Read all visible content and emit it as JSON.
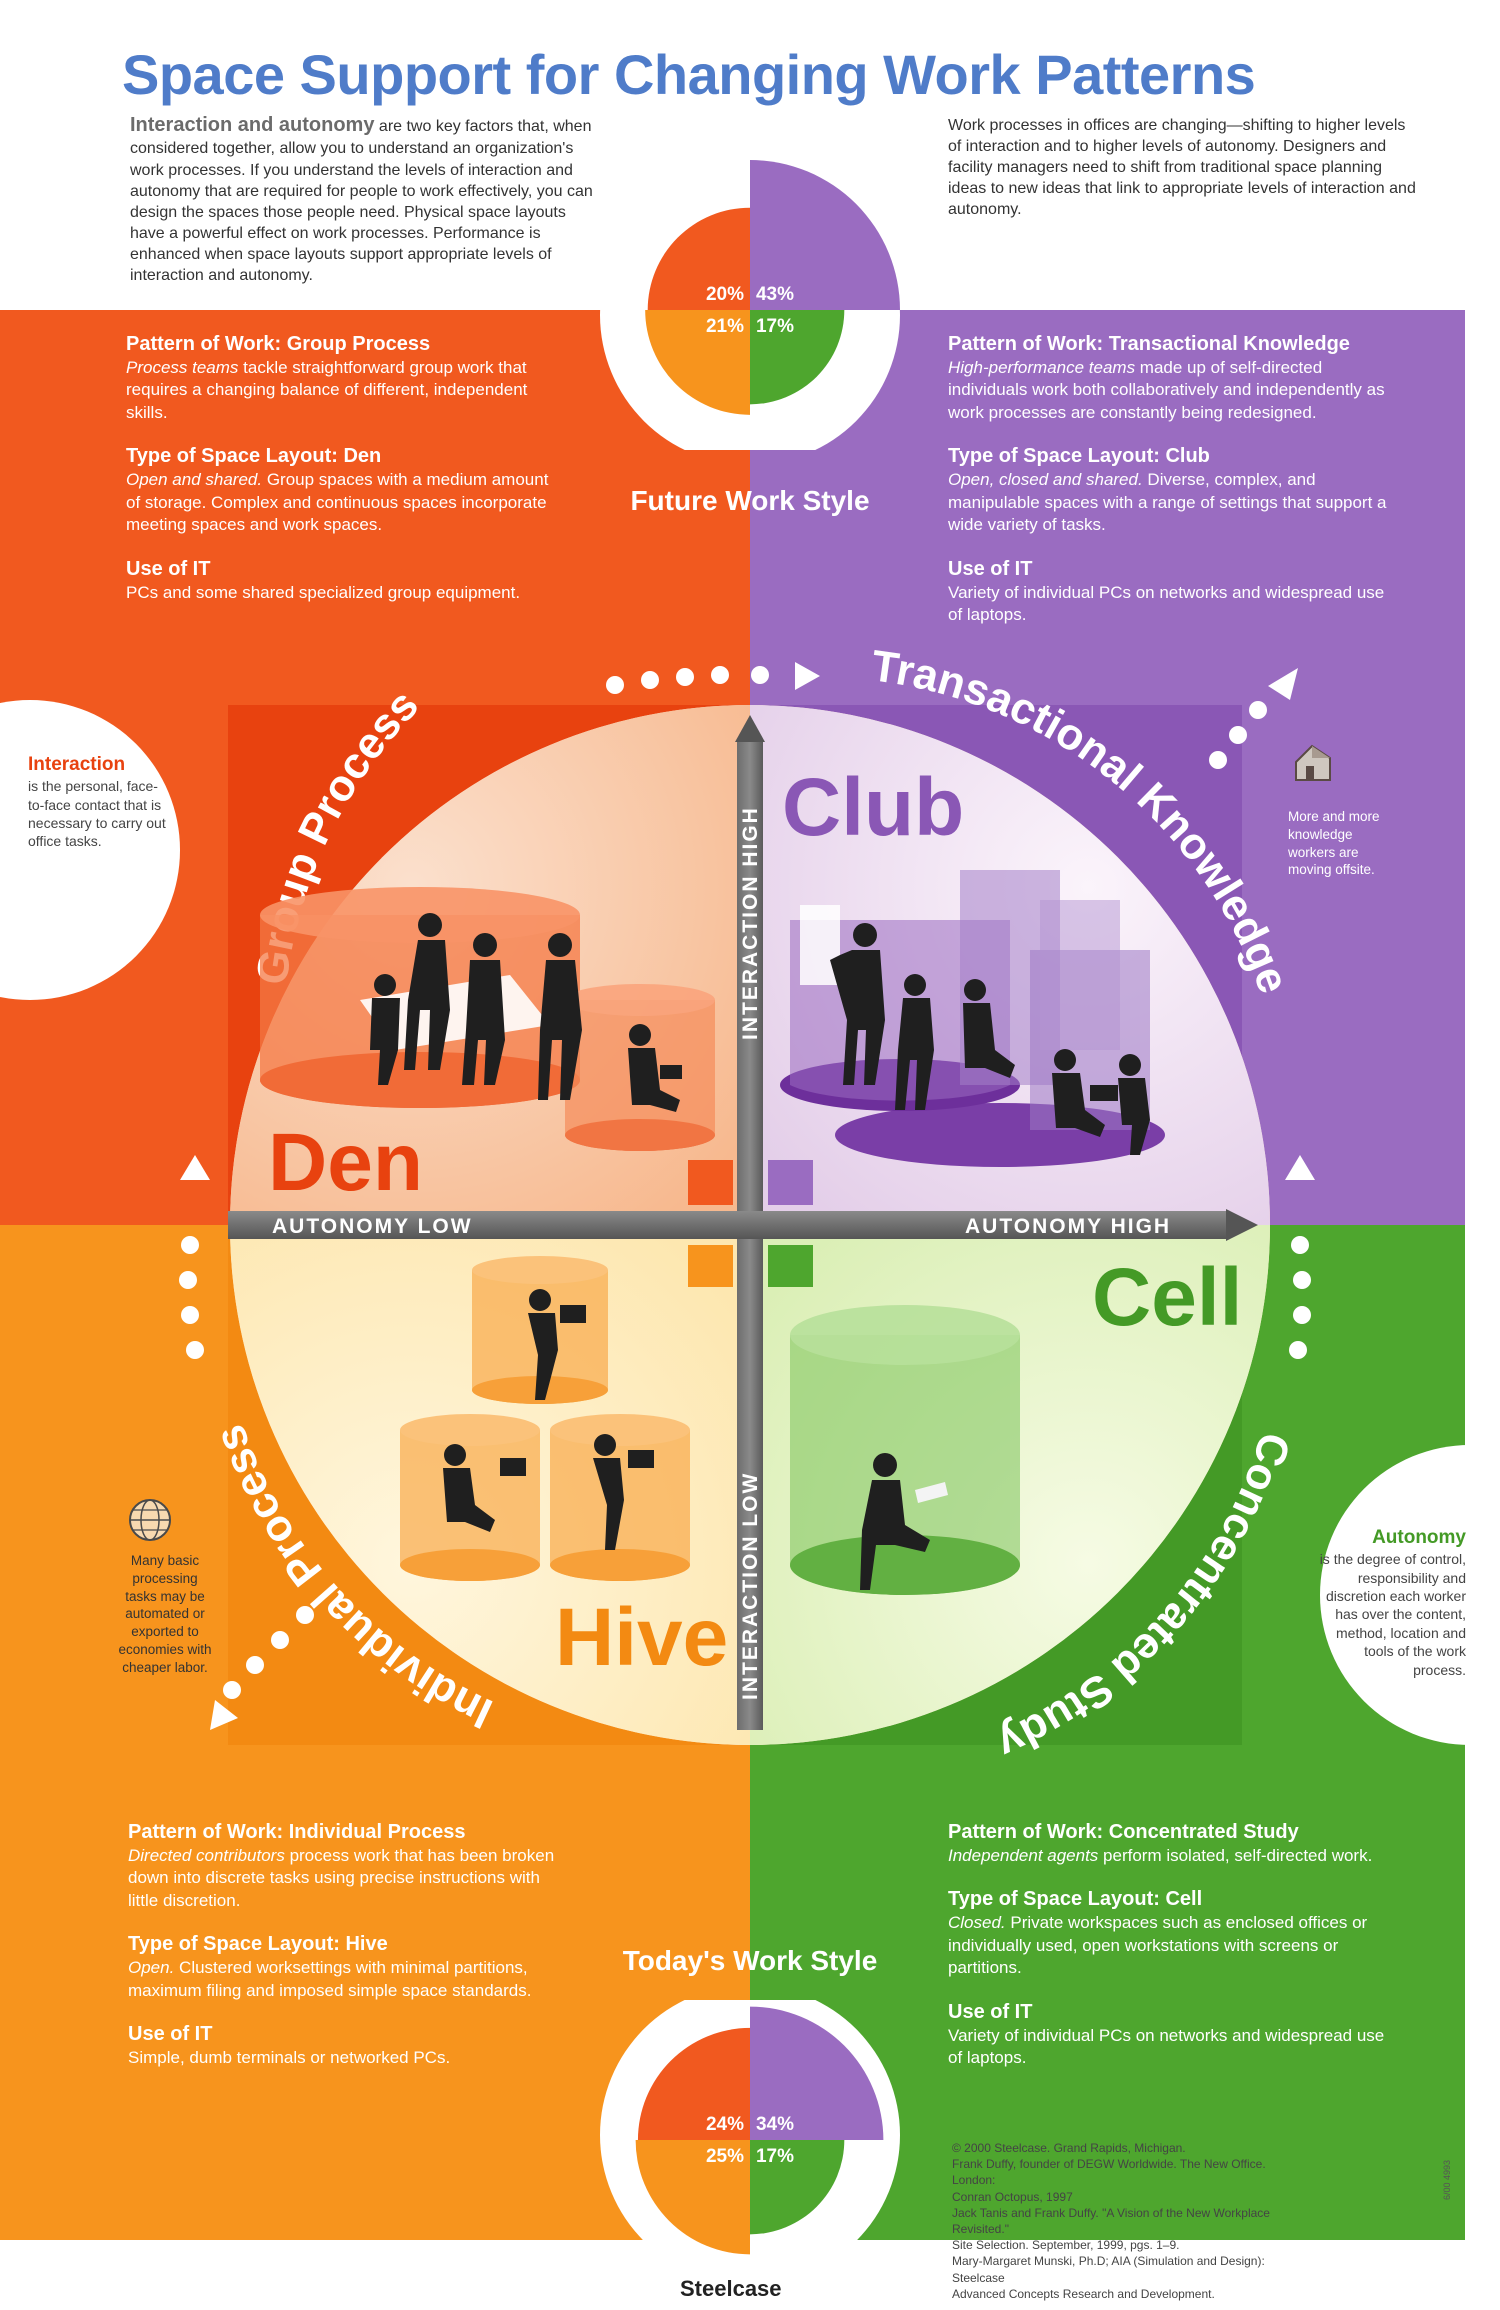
{
  "title": "Space Support for Changing Work Patterns",
  "intro_left": {
    "lead": "Interaction and autonomy",
    "text": " are two key factors that, when considered together, allow you to understand an organization's work processes. If you understand the levels of interaction and autonomy that are required for people to work effectively, you can design the spaces those people need. Physical space layouts have a powerful effect on work processes. Performance is enhanced when space layouts support appropriate levels of interaction and autonomy."
  },
  "intro_right": "Work processes in offices are changing—shifting to higher levels of interaction and to higher levels of autonomy. Designers and facility managers need to shift from traditional space planning ideas to new ideas that link to appropriate levels of interaction and autonomy.",
  "future": {
    "label": "Future Work Style",
    "pct_den": "20%",
    "pct_club": "43%",
    "pct_hive": "21%",
    "pct_cell": "17%",
    "fractions": {
      "den": 0.2,
      "club": 0.43,
      "hive": 0.21,
      "cell": 0.17
    }
  },
  "today": {
    "label": "Today's Work Style",
    "pct_den": "24%",
    "pct_club": "34%",
    "pct_hive": "25%",
    "pct_cell": "17%",
    "fractions": {
      "den": 0.24,
      "club": 0.34,
      "hive": 0.25,
      "cell": 0.17
    }
  },
  "panels": {
    "group": {
      "h1": "Pattern of Work: Group Process",
      "p1_i": "Process teams",
      "p1": " tackle straightforward group work that requires a changing balance of different, independent skills.",
      "h2": "Type of Space Layout: Den",
      "p2_i": "Open and shared.",
      "p2": " Group spaces with a medium amount of storage. Complex and continuous spaces incorporate meeting spaces and work spaces.",
      "h3": "Use of IT",
      "p3": "PCs and some shared specialized group equipment."
    },
    "transactional": {
      "h1": "Pattern of Work: Transactional Knowledge",
      "p1_i": "High-performance teams",
      "p1": " made up of self-directed individuals work both collaboratively and independently as work processes are constantly being redesigned.",
      "h2": "Type of Space Layout: Club",
      "p2_i": "Open, closed and shared.",
      "p2": " Diverse, complex, and manipulable spaces with a range of settings that support a wide variety of tasks.",
      "h3": "Use of IT",
      "p3": "Variety of individual PCs on networks and widespread use of laptops."
    },
    "individual": {
      "h1": "Pattern of Work: Individual Process",
      "p1_i": "Directed contributors",
      "p1": " process work that has been broken down into discrete tasks using precise instructions with little discretion.",
      "h2": "Type of Space Layout: Hive",
      "p2_i": "Open.",
      "p2": " Clustered worksettings with minimal partitions, maximum filing and imposed simple space standards.",
      "h3": "Use of IT",
      "p3": "Simple, dumb terminals or networked PCs."
    },
    "concentrated": {
      "h1": "Pattern of Work: Concentrated Study",
      "p1_i": "Independent agents",
      "p1": " perform isolated, self-directed work.",
      "h2": "Type of Space Layout: Cell",
      "p2_i": "Closed.",
      "p2": " Private workspaces such as enclosed offices or individually used, open workstations with screens or partitions.",
      "h3": "Use of IT",
      "p3": "Variety of individual PCs on networks and widespread use of laptops."
    }
  },
  "quadrants": {
    "den": "Den",
    "club": "Club",
    "hive": "Hive",
    "cell": "Cell",
    "group_process": "Group Process",
    "transactional_knowledge": "Transactional Knowledge",
    "individual_process": "Individual Process",
    "concentrated_study": "Concentrated Study"
  },
  "axes": {
    "interaction_high": "INTERACTION HIGH",
    "interaction_low": "INTERACTION LOW",
    "autonomy_low": "AUTONOMY LOW",
    "autonomy_high": "AUTONOMY HIGH"
  },
  "interaction_note": {
    "title": "Interaction",
    "text": "is the personal, face-to-face contact that is necessary to carry out office tasks."
  },
  "autonomy_note": {
    "title": "Autonomy",
    "text": "is the degree of control, responsibility and discretion each worker has over the content, method, location and tools of the work process."
  },
  "offsite_note": "More and more knowledge workers are moving offsite.",
  "automation_note": "Many basic processing tasks may be automated or exported to economies with cheaper labor.",
  "credits": [
    "© 2000 Steelcase. Grand Rapids, Michigan.",
    "Frank Duffy, founder of DEGW Worldwide. The New Office. London:",
    "Conran Octopus, 1997",
    "Jack Tanis and Frank Duffy. \"A Vision of the New Workplace Revisited.\"",
    "Site Selection. September, 1999, pgs. 1–9.",
    "Mary-Margaret Munski, Ph.D; AIA (Simulation and Design): Steelcase",
    "Advanced Concepts Research and Development."
  ],
  "brand": "Steelcase",
  "code": "6/00 4993",
  "colors": {
    "den": "#f1591f",
    "club": "#9a6cc1",
    "hive": "#f7941d",
    "cell": "#4ea62e",
    "title": "#4f7cc9"
  }
}
